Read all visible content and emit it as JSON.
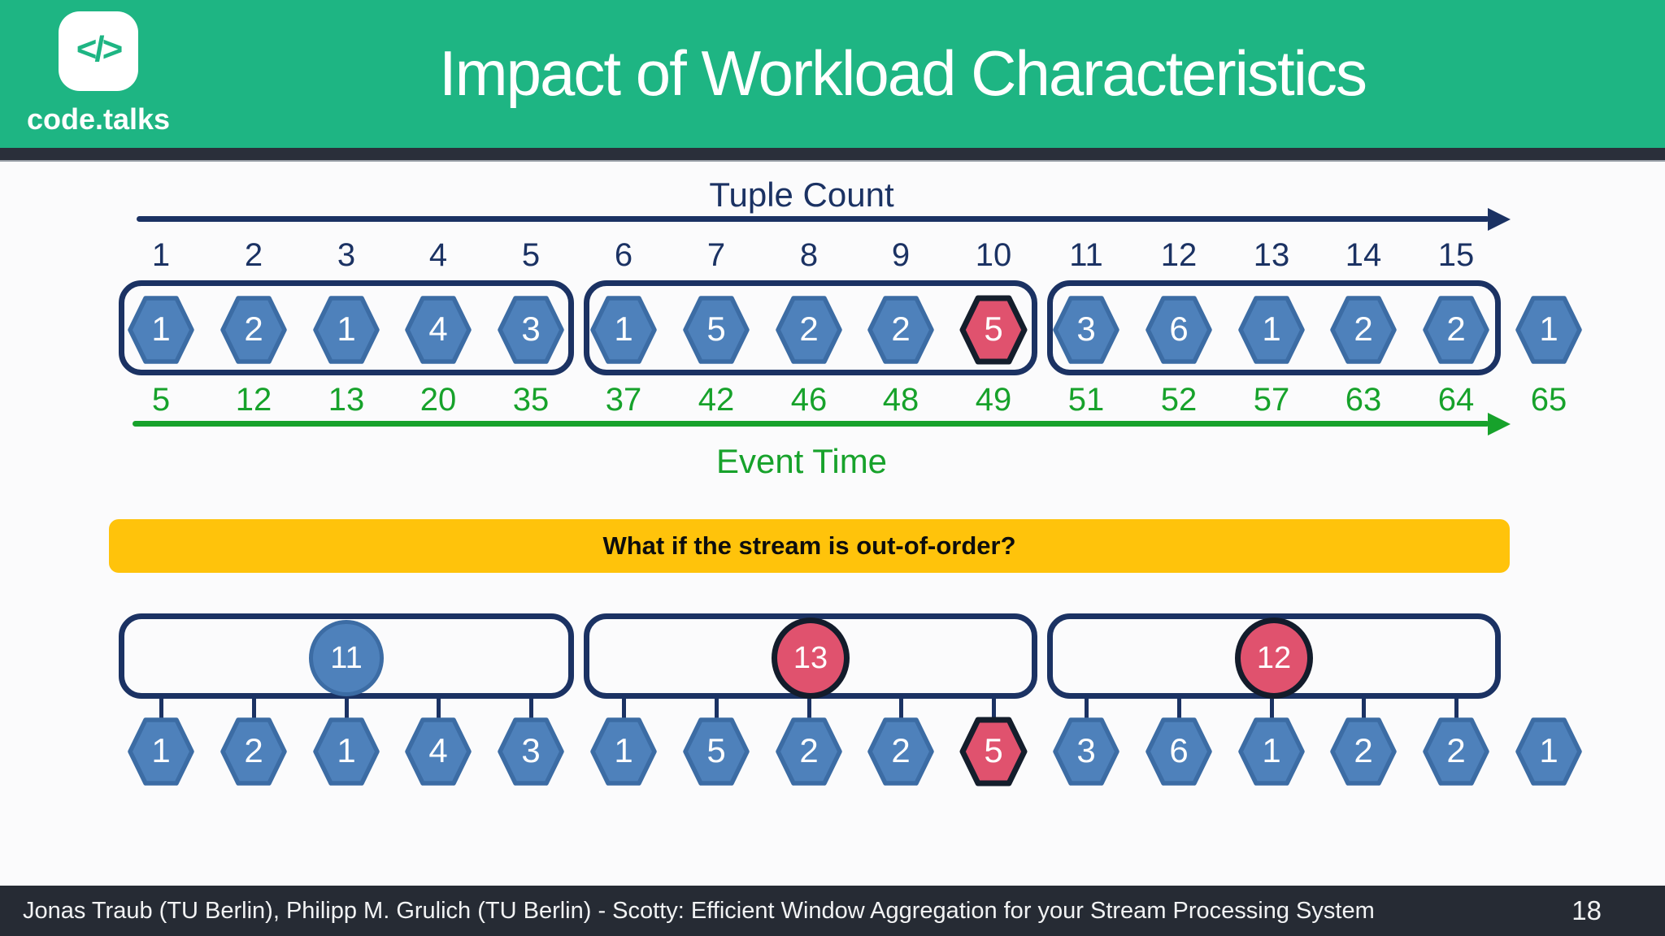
{
  "slide": {
    "header": {
      "logo_glyph": "</>",
      "logo_text": "code.talks",
      "title": "Impact of Workload Characteristics"
    },
    "colors": {
      "header_green": "#1EB583",
      "header_strip": "#2A2F3A",
      "navy": "#1B3263",
      "event_green": "#17A22B",
      "hex_blue_fill": "#4E81BB",
      "hex_blue_border": "#3C6CA4",
      "hex_red_fill": "#E0526E",
      "hex_red_border": "#141E2C",
      "banner_yellow": "#FFC30B",
      "footer_bg": "#262B34"
    },
    "tuple_axis": {
      "label": "Tuple Count",
      "ticks": [
        "1",
        "2",
        "3",
        "4",
        "5",
        "6",
        "7",
        "8",
        "9",
        "10",
        "11",
        "12",
        "13",
        "14",
        "15"
      ]
    },
    "event_axis": {
      "label": "Event Time",
      "ticks": [
        "5",
        "12",
        "13",
        "20",
        "35",
        "37",
        "42",
        "46",
        "48",
        "49",
        "51",
        "52",
        "57",
        "63",
        "64",
        "65"
      ]
    },
    "tuples": [
      {
        "value": "1",
        "color": "blue"
      },
      {
        "value": "2",
        "color": "blue"
      },
      {
        "value": "1",
        "color": "blue"
      },
      {
        "value": "4",
        "color": "blue"
      },
      {
        "value": "3",
        "color": "blue"
      },
      {
        "value": "1",
        "color": "blue"
      },
      {
        "value": "5",
        "color": "blue"
      },
      {
        "value": "2",
        "color": "blue"
      },
      {
        "value": "2",
        "color": "blue"
      },
      {
        "value": "5",
        "color": "red"
      },
      {
        "value": "3",
        "color": "blue"
      },
      {
        "value": "6",
        "color": "blue"
      },
      {
        "value": "1",
        "color": "blue"
      },
      {
        "value": "2",
        "color": "blue"
      },
      {
        "value": "2",
        "color": "blue"
      },
      {
        "value": "1",
        "color": "blue"
      }
    ],
    "windows": [
      {
        "first_tuple_index": 0,
        "last_tuple_index": 4
      },
      {
        "first_tuple_index": 5,
        "last_tuple_index": 9
      },
      {
        "first_tuple_index": 10,
        "last_tuple_index": 14
      }
    ],
    "banner": {
      "text": "What if the stream is out-of-order?"
    },
    "aggregates": [
      {
        "value": "11",
        "color": "blue"
      },
      {
        "value": "13",
        "color": "red"
      },
      {
        "value": "12",
        "color": "red"
      }
    ],
    "footer": {
      "credits": "Jonas Traub (TU Berlin), Philipp M. Grulich (TU Berlin) - Scotty: Efficient Window Aggregation for your Stream Processing System",
      "page": "18"
    }
  }
}
